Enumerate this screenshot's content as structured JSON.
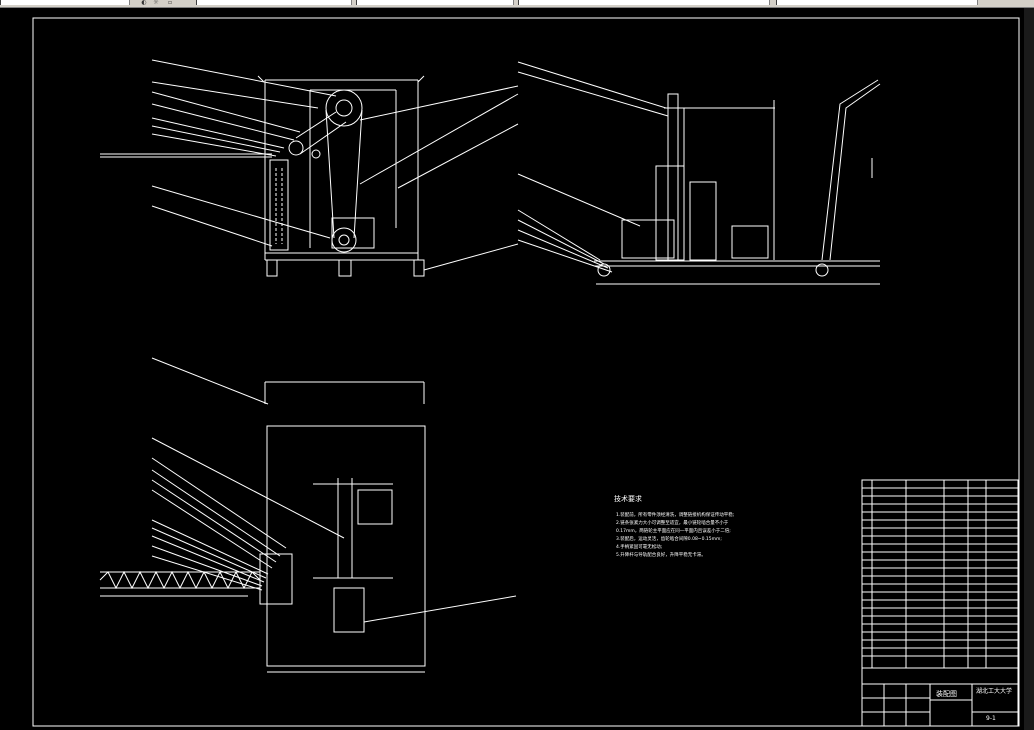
{
  "toolbar": {
    "icons": [
      "layer-icon",
      "sun-icon",
      "lock-icon"
    ]
  },
  "notes": {
    "title": "技术要求",
    "lines": [
      "1.装配前，所有零件须经清洗，调整链接机构保证传动平稳;",
      "2.链条张紧力大小可调整至适宜，最小链轮啮合量不小于",
      "   0.17mm，两链轮主平面应在同一平面内且误差小于二倍;",
      "3.装配后，运动灵活，齿轮啮合间隙0.08~0.15mm;",
      "4.手柄紧固可靠无松动;",
      "5.升降杆与导轨配合良好，升降平稳无卡滞。"
    ]
  },
  "title_block": {
    "drawing_name": "装配图",
    "school": "湖北工大大学",
    "sheet": "9-1"
  },
  "colors": {
    "background": "#000000",
    "lines": "#ffffff",
    "toolbar": "#d4d0c8"
  }
}
